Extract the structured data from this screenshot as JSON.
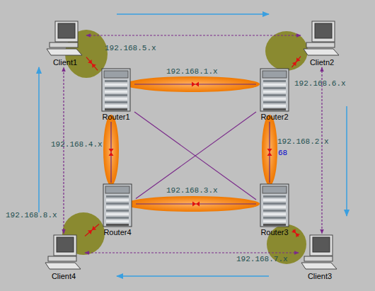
{
  "diagram": {
    "nodes": [
      {
        "text": [
          "Client1"
        ]
      },
      {
        "text": [
          "Clietn2"
        ]
      },
      {
        "text": [
          "Router1"
        ]
      },
      {
        "text": [
          "Router2"
        ]
      },
      {
        "text": [
          "Router4"
        ]
      },
      {
        "text": [
          "Router3"
        ]
      },
      {
        "text": [
          "Client4"
        ]
      },
      {
        "text": [
          "Client3"
        ]
      }
    ],
    "edges": [
      {
        "from": 2,
        "to": 3,
        "arrow": "none"
      },
      {
        "from": 3,
        "to": 5,
        "arrow": "none"
      },
      {
        "from": 5,
        "to": 4,
        "arrow": "none"
      },
      {
        "from": 4,
        "to": 2,
        "arrow": "none"
      },
      {
        "from": 2,
        "to": 5,
        "arrow": "none"
      },
      {
        "from": 3,
        "to": 4,
        "arrow": "none"
      },
      {
        "from": 0,
        "to": 2,
        "arrow": "none"
      },
      {
        "from": 1,
        "to": 3,
        "arrow": "none"
      },
      {
        "from": 5,
        "to": 7,
        "arrow": "none"
      },
      {
        "from": 4,
        "to": 6,
        "arrow": "none"
      },
      {
        "from": 0,
        "to": 1,
        "arrow": "both"
      },
      {
        "from": 1,
        "to": 7,
        "arrow": "both"
      },
      {
        "from": 7,
        "to": 6,
        "arrow": "both"
      },
      {
        "from": 6,
        "to": 0,
        "arrow": "both"
      }
    ],
    "labels": [
      "192.168.5.x",
      "192.168.1.x",
      "192.168.6.x",
      "192.168.4.x",
      "192.168.2.x",
      "68",
      "192.168.8.x",
      "192.168.3.x",
      "192.168.7.x"
    ]
  }
}
